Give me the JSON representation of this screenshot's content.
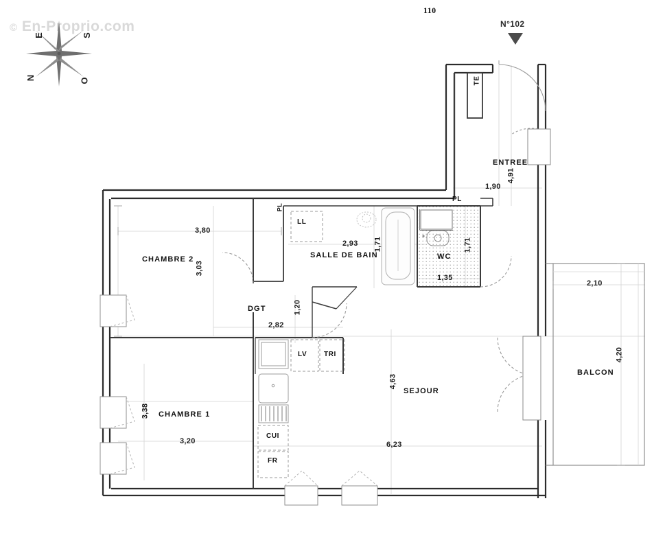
{
  "meta": {
    "watermark_symbol": "©",
    "watermark_text": "En-Proprio.com",
    "plan_number_top": "110",
    "apartment_number": "N°102"
  },
  "compass": {
    "north": "N",
    "south": "S",
    "east": "E",
    "west": "O"
  },
  "rooms": [
    {
      "id": "chambre2",
      "label": "CHAMBRE 2",
      "width": "3,80",
      "depth": "3,03"
    },
    {
      "id": "chambre1",
      "label": "CHAMBRE 1",
      "width": "3,20",
      "depth": "3,38"
    },
    {
      "id": "salle_de_bain",
      "label": "SALLE DE BAIN",
      "width": "2,93",
      "depth": "1,71"
    },
    {
      "id": "wc",
      "label": "WC",
      "width": "1,35",
      "depth": "1,71"
    },
    {
      "id": "dgt",
      "label": "DGT",
      "width": "2,82",
      "depth": "1,20"
    },
    {
      "id": "sejour",
      "label": "SEJOUR",
      "width": "6,23",
      "depth": "4,63"
    },
    {
      "id": "entree",
      "label": "ENTREE",
      "width": "1,90",
      "depth": "4,91"
    },
    {
      "id": "balcon",
      "label": "BALCON",
      "width": "2,10",
      "depth": "4,20"
    }
  ],
  "fixtures": [
    {
      "id": "te",
      "label": "TE"
    },
    {
      "id": "pl1",
      "label": "PL"
    },
    {
      "id": "pl2",
      "label": "PL"
    },
    {
      "id": "ll",
      "label": "LL"
    },
    {
      "id": "lv",
      "label": "LV"
    },
    {
      "id": "tri",
      "label": "TRI"
    },
    {
      "id": "cui",
      "label": "CUI"
    },
    {
      "id": "fr",
      "label": "FR"
    }
  ],
  "dimensions": {
    "chambre2_w": "3,80",
    "chambre2_d": "3,03",
    "chambre1_w": "3,20",
    "chambre1_d": "3,38",
    "sdb_w": "2,93",
    "sdb_d": "1,71",
    "wc_w": "1,35",
    "wc_d": "1,71",
    "dgt_w": "2,82",
    "dgt_d": "1,20",
    "sejour_w": "6,23",
    "sejour_d": "4,63",
    "entree_w": "1,90",
    "entree_d": "4,91",
    "balcon_w": "2,10",
    "balcon_d": "4,20"
  },
  "colors": {
    "wall": "#2b2b2b",
    "wall_light": "#8d8d8d",
    "guide": "#cfcfcf",
    "text": "#111111",
    "marker": "#4b4b4b",
    "watermark": "#d9d9d9"
  }
}
